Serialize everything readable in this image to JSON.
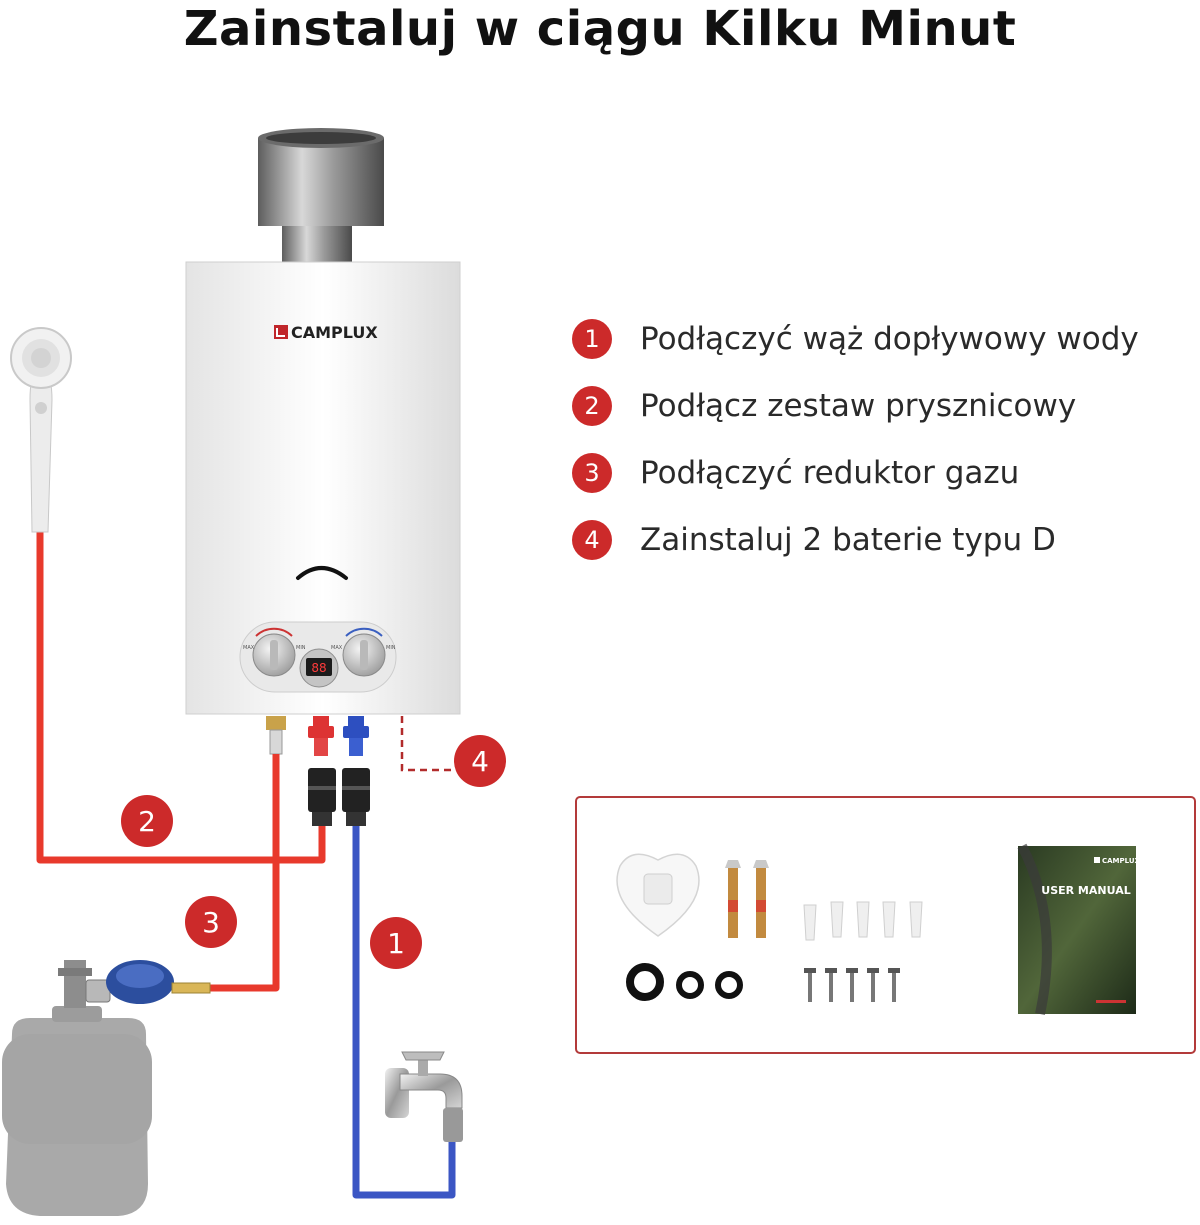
{
  "title": "Zainstaluj w ciągu Kilku Minut",
  "brand": "CAMPLUX",
  "display_reading": "88",
  "knob_labels": {
    "max": "MAX",
    "min": "MIN"
  },
  "steps": [
    {
      "num": "1",
      "label": "Podłączyć wąż dopływowy wody"
    },
    {
      "num": "2",
      "label": "Podłącz zestaw prysznicowy"
    },
    {
      "num": "3",
      "label": "Podłączyć reduktor gazu"
    },
    {
      "num": "4",
      "label": "Zainstaluj 2 baterie typu D"
    }
  ],
  "callouts": {
    "water": "1",
    "shower": "2",
    "gas": "3",
    "battery": "4"
  },
  "manual": {
    "brand": "CAMPLUX",
    "title": "USER MANUAL"
  },
  "colors": {
    "accent": "#cc2a2a",
    "hot_hose": "#e8392c",
    "cold_hose": "#3b56c4",
    "tank": "#a9a9a9"
  }
}
